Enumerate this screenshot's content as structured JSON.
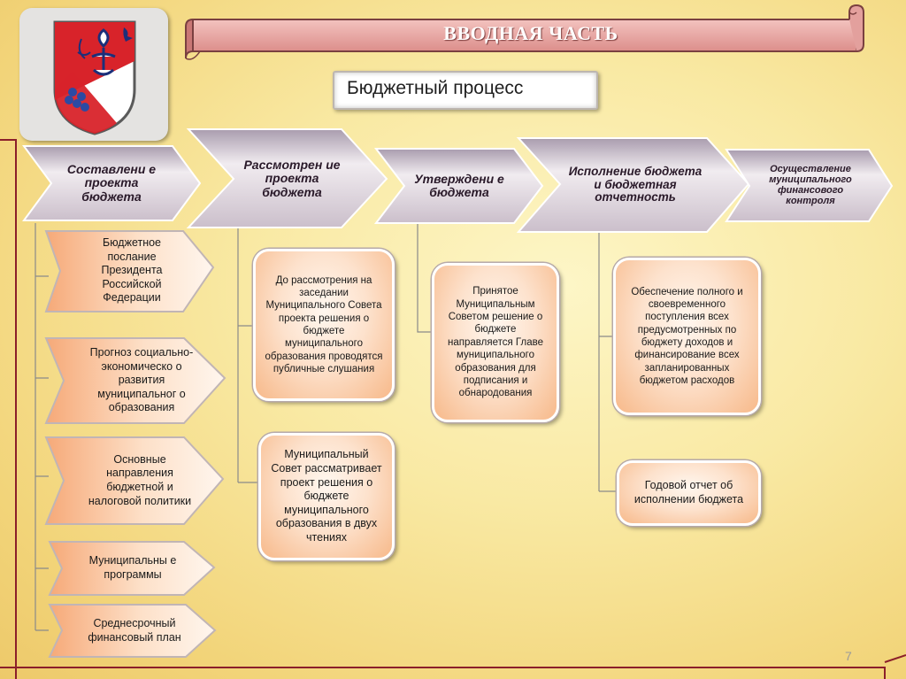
{
  "banner": {
    "title": "ВВОДНАЯ ЧАСТЬ"
  },
  "title": "Бюджетный процесс",
  "stages": [
    {
      "label": "Составлени е проекта бюджета"
    },
    {
      "label": "Рассмотрен ие проекта бюджета"
    },
    {
      "label": "Утверждени е бюджета"
    },
    {
      "label": "Исполнение бюджета и бюджетная отчетность"
    },
    {
      "label": "Осуществление муниципального финансового контроля"
    }
  ],
  "left_items": [
    "Бюджетное послание Президента Российской Федерации",
    "Прогноз социально-экономическо о развития муниципальног о образования",
    "Основные направления бюджетной и налоговой политики",
    "Муниципальны е программы",
    "Среднесрочный финансовый план"
  ],
  "review_items": [
    "До рассмотрения на заседании Муниципального Совета проекта решения о бюджете муниципального образования проводятся публичные слушания",
    "Муниципальный Совет рассматривает проект решения о бюджете муниципального образования в двух чтениях"
  ],
  "approval_items": [
    "Принятое Муниципальным Советом решение о бюджете направляется Главе муниципального образования для подписания и обнародования"
  ],
  "execution_items": [
    "Обеспечение полного и своевременного поступления всех предусмотренных по бюджету доходов и финансирование всех запланированных бюджетом расходов",
    "Годовой отчет об исполнении бюджета"
  ],
  "page_number": "7",
  "colors": {
    "banner_fill": "#e8a9a6",
    "banner_border": "#8a4b4a",
    "accent_orange": "#f7b98a",
    "chevron_mauve": "#c9bccb"
  }
}
